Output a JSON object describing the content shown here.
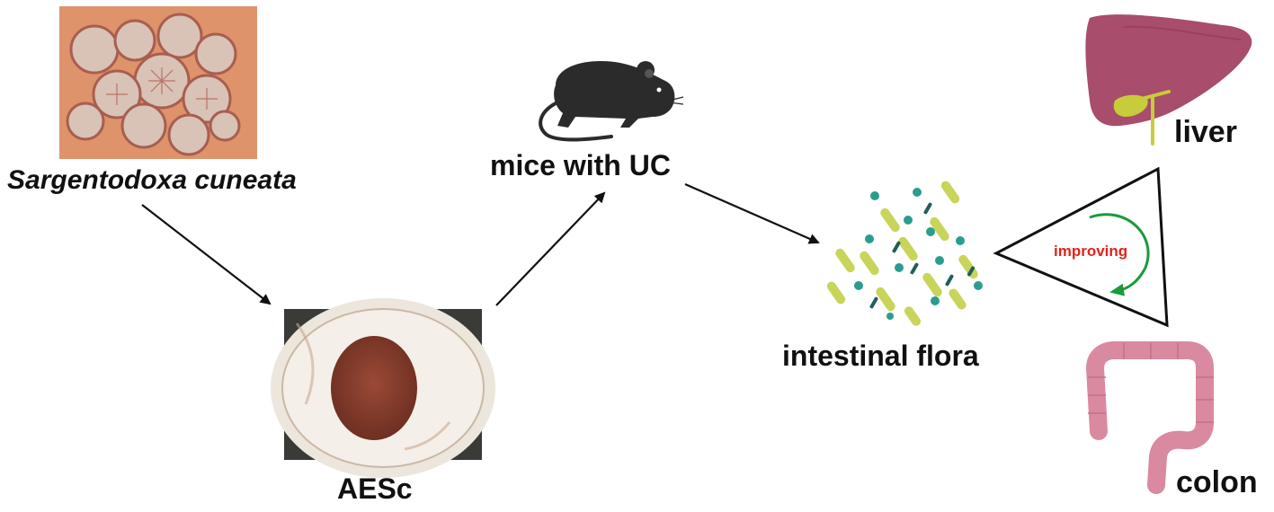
{
  "labels": {
    "plant": "Sargentodoxa cuneata",
    "extract": "AESc",
    "mice": "mice with UC",
    "flora": "intestinal flora",
    "liver": "liver",
    "colon": "colon",
    "improving": "improving"
  },
  "icons": {
    "plant": "dried-herb-slices-photo",
    "extract": "powder-in-bowl-photo",
    "mice": "mouse-silhouette-icon",
    "flora": "bacteria-cluster-icon",
    "liver": "liver-organ-icon",
    "colon": "colon-organ-icon",
    "cycle": "circular-arrow-icon"
  },
  "colors": {
    "arrow": "#111111",
    "improving_text": "#e2231a",
    "cycle_arrow": "#1a9a3c",
    "liver": "#a84d6b",
    "gallbladder": "#c6cc3a",
    "colon": "#d98aa0",
    "bacteria_rod": "#c9d45a",
    "bacteria_cocci": "#2a9d8f",
    "mouse": "#2b2b2b"
  }
}
